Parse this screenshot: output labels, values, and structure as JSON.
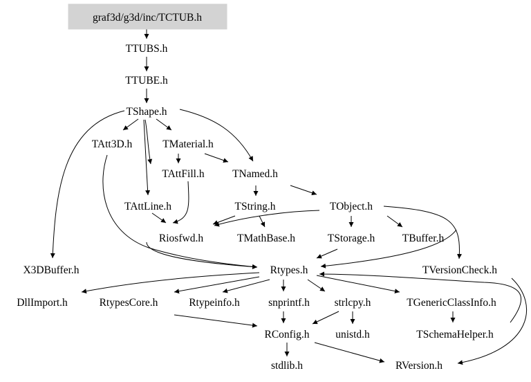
{
  "diagram": {
    "root": "graf3d/g3d/inc/TCTUB.h",
    "nodes": {
      "tctub": "graf3d/g3d/inc/TCTUB.h",
      "ttubs": "TTUBS.h",
      "ttube": "TTUBE.h",
      "tshape": "TShape.h",
      "tatt3d": "TAtt3D.h",
      "tmaterial": "TMaterial.h",
      "tattfill": "TAttFill.h",
      "tnamed": "TNamed.h",
      "tattline": "TAttLine.h",
      "tstring": "TString.h",
      "tobject": "TObject.h",
      "riosfwd": "Riosfwd.h",
      "tmathbase": "TMathBase.h",
      "tstorage": "TStorage.h",
      "tbuffer": "TBuffer.h",
      "x3dbuffer": "X3DBuffer.h",
      "rtypes": "Rtypes.h",
      "tversioncheck": "TVersionCheck.h",
      "dllimport": "DllImport.h",
      "rtypescore": "RtypesCore.h",
      "rtypeinfo": "Rtypeinfo.h",
      "snprintf": "snprintf.h",
      "strlcpy": "strlcpy.h",
      "tgenericclassinfo": "TGenericClassInfo.h",
      "rconfig": "RConfig.h",
      "unistd": "unistd.h",
      "tschemahelper": "TSchemaHelper.h",
      "stdlib": "stdlib.h",
      "rversion": "RVersion.h"
    },
    "edges": [
      [
        "tctub",
        "ttubs"
      ],
      [
        "ttubs",
        "ttube"
      ],
      [
        "ttube",
        "tshape"
      ],
      [
        "tshape",
        "tatt3d"
      ],
      [
        "tshape",
        "tmaterial"
      ],
      [
        "tshape",
        "tattfill"
      ],
      [
        "tshape",
        "tattline"
      ],
      [
        "tshape",
        "tnamed"
      ],
      [
        "tshape",
        "x3dbuffer"
      ],
      [
        "tatt3d",
        "rtypes"
      ],
      [
        "tmaterial",
        "tattfill"
      ],
      [
        "tmaterial",
        "tnamed"
      ],
      [
        "tattfill",
        "riosfwd"
      ],
      [
        "tnamed",
        "tobject"
      ],
      [
        "tnamed",
        "tstring"
      ],
      [
        "tattline",
        "riosfwd"
      ],
      [
        "tstring",
        "riosfwd"
      ],
      [
        "tstring",
        "tmathbase"
      ],
      [
        "tobject",
        "riosfwd"
      ],
      [
        "tobject",
        "tstorage"
      ],
      [
        "tobject",
        "tbuffer"
      ],
      [
        "tobject",
        "tversioncheck"
      ],
      [
        "tobject",
        "rtypes"
      ],
      [
        "riosfwd",
        "rtypes"
      ],
      [
        "tstorage",
        "rtypes"
      ],
      [
        "tversioncheck",
        "rversion"
      ],
      [
        "rtypes",
        "dllimport"
      ],
      [
        "rtypes",
        "rtypescore"
      ],
      [
        "rtypes",
        "rtypeinfo"
      ],
      [
        "rtypes",
        "snprintf"
      ],
      [
        "rtypes",
        "strlcpy"
      ],
      [
        "rtypes",
        "tgenericclassinfo"
      ],
      [
        "strlcpy",
        "rconfig"
      ],
      [
        "strlcpy",
        "unistd"
      ],
      [
        "rtypescore",
        "rconfig"
      ],
      [
        "snprintf",
        "rconfig"
      ],
      [
        "tgenericclassinfo",
        "tschemahelper"
      ],
      [
        "tschemahelper",
        "rtypes"
      ],
      [
        "rconfig",
        "stdlib"
      ],
      [
        "rconfig",
        "rversion"
      ]
    ]
  }
}
